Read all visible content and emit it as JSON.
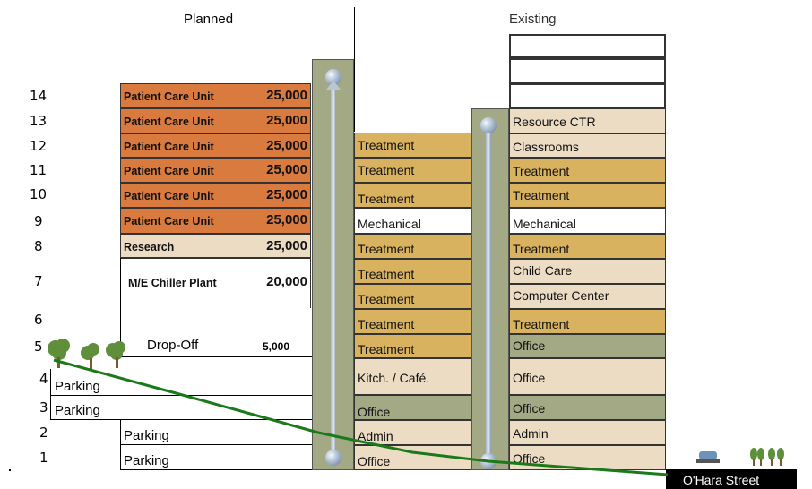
{
  "headers": {
    "planned": "Planned",
    "existing": "Existing"
  },
  "floors": [
    "14",
    "13",
    "12",
    "11",
    "10",
    "9",
    "8",
    "7",
    "6",
    "5",
    "4",
    "3",
    "2",
    "1"
  ],
  "planned": {
    "pcu_label": "Patient Care Unit",
    "pcu_area": "25,000",
    "research_label": "Research",
    "research_area": "25,000",
    "chiller_label": "M/E Chiller Plant",
    "chiller_area": "20,000",
    "dropoff_label": "Drop-Off",
    "dropoff_area": "5,000",
    "parking_label": "Parking"
  },
  "middle": {
    "treatment": "Treatment",
    "mechanical": "Mechanical",
    "kitchen": "Kitch. / Café.",
    "office": "Office",
    "admin": "Admin"
  },
  "existing": {
    "resource": "Resource CTR",
    "classrooms": "Classrooms",
    "treatment": "Treatment",
    "mechanical": "Mechanical",
    "child_care": "Child Care",
    "computer": "Computer Center",
    "office": "Office",
    "admin": "Admin"
  },
  "street": "O'Hara Street",
  "colors": {
    "patient_care": "#d97a3e",
    "tan": "#ebdcc3",
    "gold": "#d9b260",
    "olive": "#a3a885",
    "grade_line": "#1a7a1a"
  }
}
